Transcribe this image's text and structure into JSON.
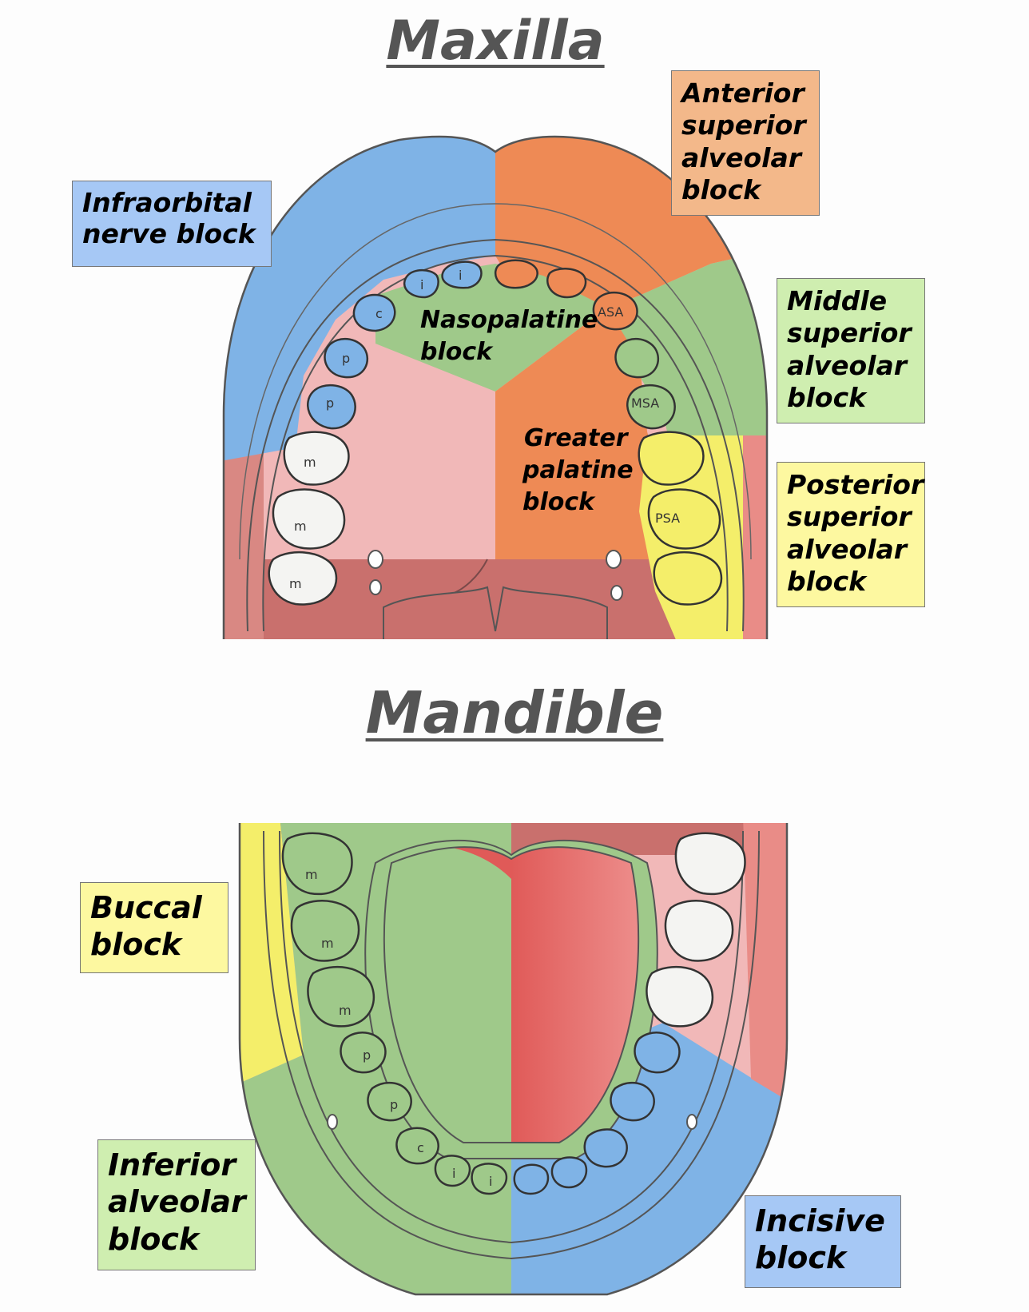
{
  "titles": {
    "maxilla": "Maxilla",
    "mandible": "Mandible"
  },
  "maxilla": {
    "infraorbital": "Infraorbital\nnerve block",
    "asa_block": "Anterior\nsuperior\nalveolar\nblock",
    "msa_block": "Middle\nsuperior\nalveolar\nblock",
    "psa_block": "Posterior\nsuperior\nalveolar\nblock",
    "nasopalatine_l1": "Nasopalatine",
    "nasopalatine_l2": "block",
    "greater_l1": "Greater",
    "greater_l2": "palatine",
    "greater_l3": "block",
    "tooth_i": "i",
    "tooth_c": "c",
    "tooth_p": "p",
    "tooth_m": "m",
    "asa": "ASA",
    "msa": "MSA",
    "psa": "PSA"
  },
  "mandible": {
    "buccal": "Buccal\nblock",
    "inferior": "Inferior\nalveolar\nblock",
    "incisive": "Incisive\nblock",
    "tooth_m": "m",
    "tooth_p": "p",
    "tooth_c": "c",
    "tooth_i": "i"
  },
  "colors": {
    "blue": "#7fb3e6",
    "orange": "#ee8a55",
    "green": "#9fc98a",
    "yellow": "#f4ee6a",
    "pink": "#f1b8b8",
    "muscle": "#c9706d",
    "tongue_red": "#e0605e",
    "tooth_white": "#f4f4f2"
  }
}
